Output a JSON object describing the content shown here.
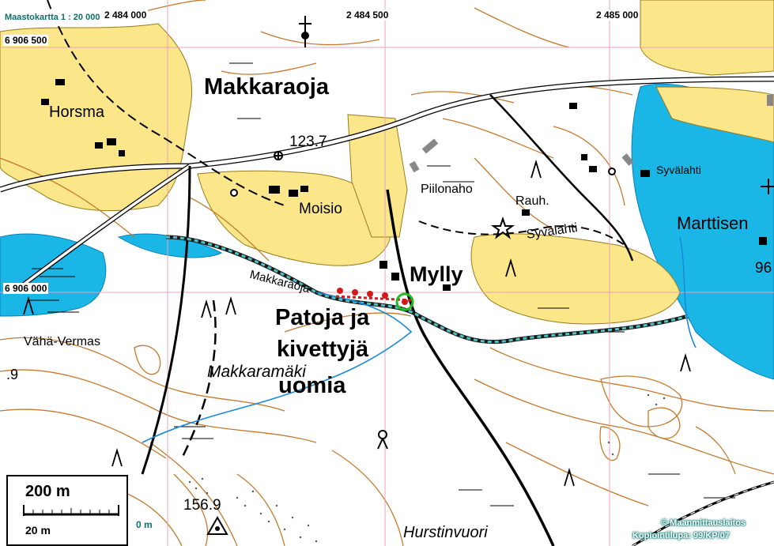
{
  "map": {
    "header": "Maastokartta 1 : 20 000",
    "grid_labels": {
      "e1": "2 484 000",
      "e2": "2 484 500",
      "e3": "2 485 000",
      "n1": "6 906 500",
      "n2": "6 906 000"
    },
    "places": {
      "makkaraoja_title": "Makkaraoja",
      "horsma": "Horsma",
      "elevation_123": "123.7",
      "moisio": "Moisio",
      "piilonaho": "Piilonaho",
      "rauh": "Rauh.",
      "syvalahti_left": "Syvälahti",
      "syvalahti_top": "Syvälahti",
      "marttisen": "Marttisen",
      "num_96": "96",
      "makkaraoja_stream": "Makkaraoja",
      "mylly": "Mylly",
      "annotation_line1": "Patoja ja",
      "annotation_line2": "kivettyjä",
      "annotation_line3": "uomia",
      "vaha_vermas": "Vähä-Vermas",
      "num_9": ".9",
      "makkaramaki": "Makkaramäki",
      "elevation_156": "156.9",
      "hurstinvuori": "Hurstinvuori",
      "zero_m": "0 m"
    },
    "scale": {
      "primary": "200 m",
      "secondary": "20 m"
    },
    "credits": {
      "line1": "© Maanmittauslaitos",
      "line2": "Kopiointilupa: 99/KP/07"
    },
    "colors": {
      "water": "#1ab6e6",
      "field": "#fbe68a",
      "contour": "#c47a2e",
      "grid": "#e8a3b8",
      "stream_marker": "#d11a1a",
      "highlight_circle": "#22bb22",
      "path_teal": "#4cc4c4"
    },
    "icons": [
      "cross-marker-icon",
      "well-icon",
      "star-icon",
      "triangle-summit-icon",
      "tower-icon"
    ]
  }
}
